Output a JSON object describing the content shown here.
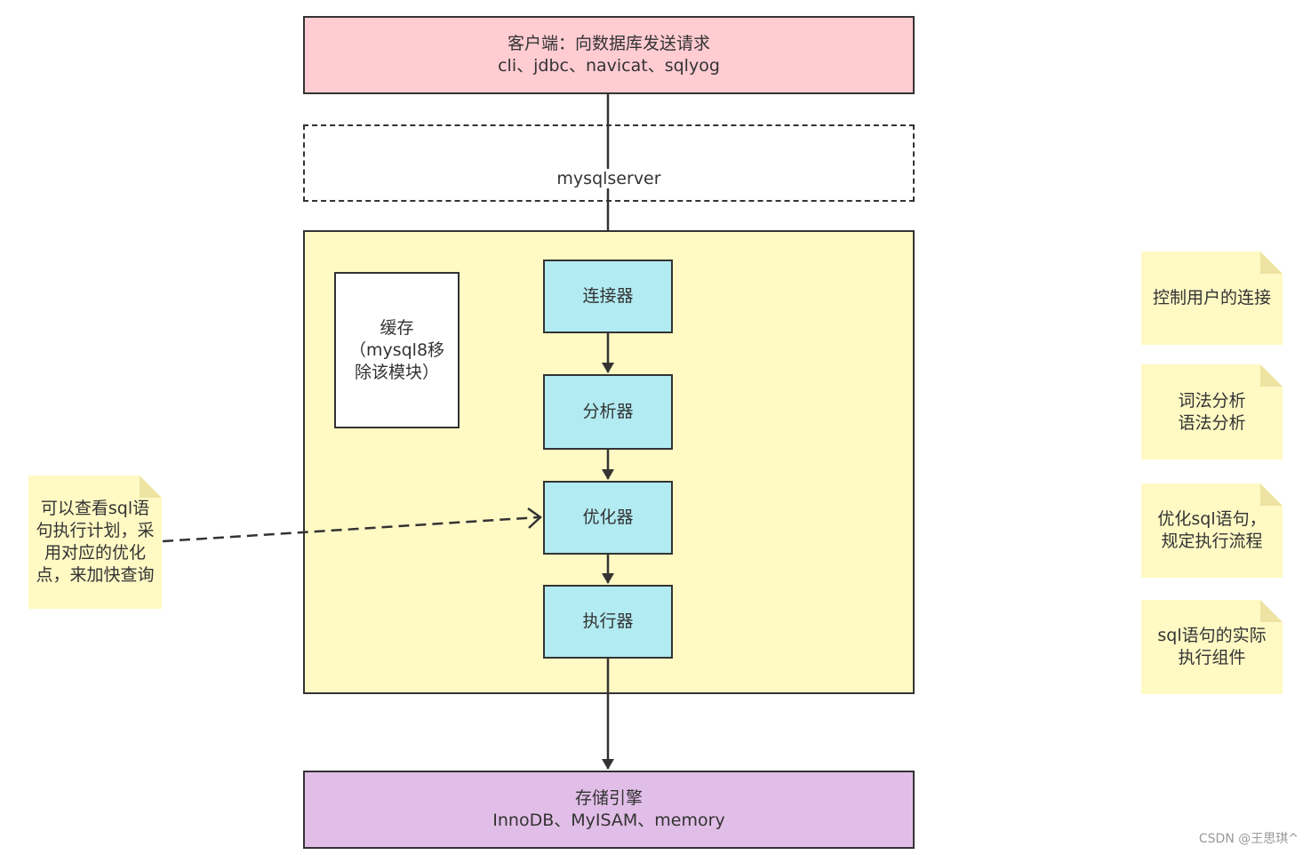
{
  "client": {
    "line1": "客户端：向数据库发送请求",
    "line2": "cli、jdbc、navicat、sqlyog"
  },
  "server": {
    "label": "mysqlserver"
  },
  "cache": {
    "label": "缓存（mysql8移除该模块）"
  },
  "components": {
    "connector": "连接器",
    "analyzer": "分析器",
    "optimizer": "优化器",
    "executor": "执行器"
  },
  "engine": {
    "line1": "存储引擎",
    "line2": "InnoDB、MyISAM、memory"
  },
  "notes": {
    "left": "可以查看sql语句执行计划，采用对应的优化点，来加快查询",
    "connector": "控制用户的连接",
    "analyzer": "词法分析\n语法分析",
    "optimizer": "优化sql语句，规定执行流程",
    "executor": "sql语句的实际执行组件"
  },
  "watermark": "CSDN @王思琪^",
  "colors": {
    "client": "#ffccd2",
    "main_area": "#fff9c4",
    "component": "#b2ebf2",
    "engine": "#e1bee7",
    "note": "#fff9c4",
    "line": "#333333"
  }
}
